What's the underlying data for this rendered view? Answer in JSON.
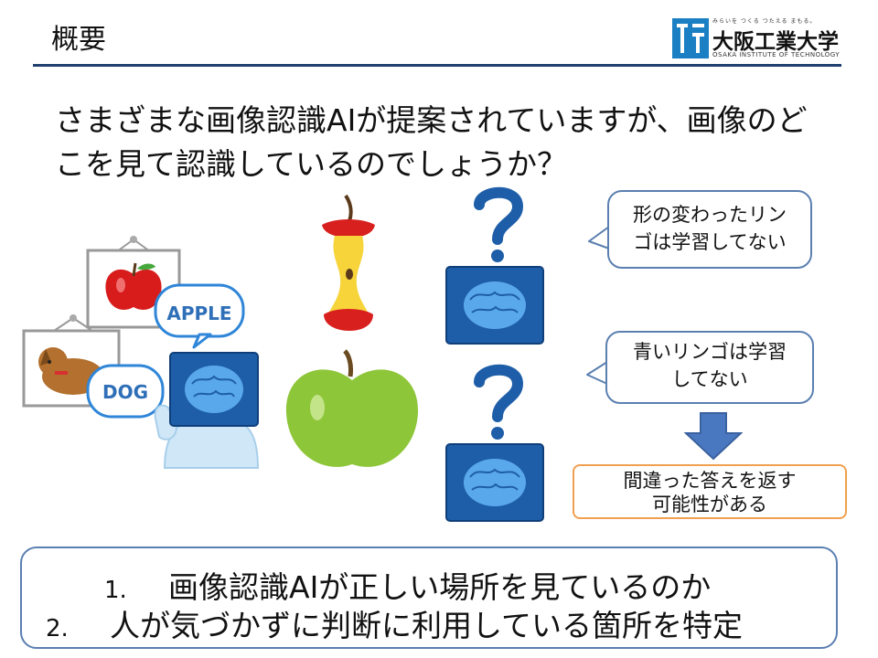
{
  "slide": {
    "title": "概要",
    "question": "さまざまな画像認識AIが提案されていますが、画像のどこを見て認識しているのでしょうか？"
  },
  "logo": {
    "tagline": "みらいを つくる つたえる まもる。",
    "name": "大阪工業大学",
    "subtitle": "OSAKA INSTITUTE OF TECHNOLOGY"
  },
  "illustration": {
    "apple_label": "APPLE",
    "dog_label": "DOG"
  },
  "bubbles": {
    "first": [
      "形の変わったリン",
      "ゴは学習してない"
    ],
    "second": [
      "青いリンゴは学習",
      "してない"
    ]
  },
  "result": [
    "間違った答えを返す",
    "可能性がある"
  ],
  "conditions": [
    {
      "num": "1.",
      "text": "画像認識AIが正しい場所を見ているのか"
    },
    {
      "num": "2.",
      "text": "人が気づかずに判断に利用している箇所を特定"
    }
  ],
  "colors": {
    "header_line": "#1f3f6e",
    "bubble_border": "#5b7fb0",
    "result_border": "#f0a050",
    "arrow": "#4a78c0",
    "brain_blue": "#2f86d8"
  }
}
